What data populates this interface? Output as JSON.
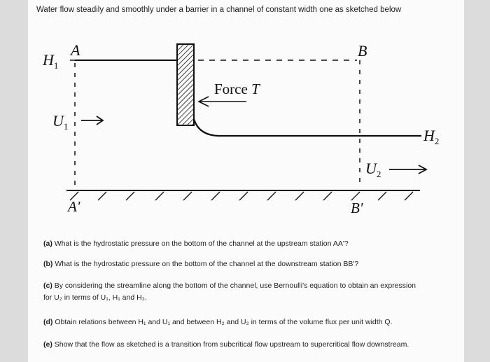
{
  "heading": "Water flow steadily and smoothly under a barrier in a channel of constant width one as sketched below",
  "diagram": {
    "label_A": "A",
    "label_A_prime": "A'",
    "label_B": "B",
    "label_B_prime": "B'",
    "label_H1_base": "H",
    "label_H1_sub": "1",
    "label_H2_base": "H",
    "label_H2_sub": "2",
    "label_U1_base": "U",
    "label_U1_sub": "1",
    "label_U2_base": "U",
    "label_U2_sub": "2",
    "force_label": "Force ",
    "force_symbol": "T"
  },
  "questions": [
    {
      "tag": "(a)",
      "text": "What is the hydrostatic pressure on the bottom of the channel at the upstream station AA'?"
    },
    {
      "tag": "(b)",
      "text": "What is the hydrostatic pressure on the bottom of the channel at the downstream station BB'?"
    },
    {
      "tag": "(c)",
      "text": "By considering the streamline along the bottom of the channel, use Bernoulli's equation to obtain an expression",
      "text2": "for U₂ in terms of U₁, H₁ and H₂."
    },
    {
      "tag": "(d)",
      "text": "Obtain relations between H₁ and U₁ and between H₂ and U₂ in terms of the volume flux per unit width Q."
    },
    {
      "tag": "(e)",
      "text": "Show that the flow as sketched is a transition from subcritical flow upstream to supercritical flow downstream."
    }
  ],
  "colors": {
    "ink": "#111111",
    "page": "#fbfbfb",
    "margin": "#dcdcdc"
  }
}
